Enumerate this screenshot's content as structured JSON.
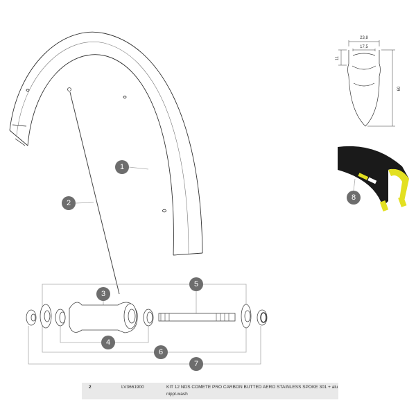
{
  "callouts": [
    "1",
    "2",
    "3",
    "4",
    "5",
    "6",
    "7",
    "8"
  ],
  "profile_dimensions": {
    "outer_width": "23,8",
    "inner_width": "17,5",
    "bead_height": "11",
    "rim_height": "60"
  },
  "colors": {
    "callout": "#6d6d6d",
    "tire": "#1a1a1a",
    "tire_accent": "#e3e021",
    "table_row": "#e9e9e9"
  },
  "parts_table": {
    "rows": [
      {
        "ref": "2",
        "code": "LV3661900",
        "description_line1": "KIT 12 NDS COMETE PRO CARBON BUTTED AERO STAINLESS SPOKE 301 + alu",
        "description_line2": "nippl.wash"
      }
    ]
  }
}
